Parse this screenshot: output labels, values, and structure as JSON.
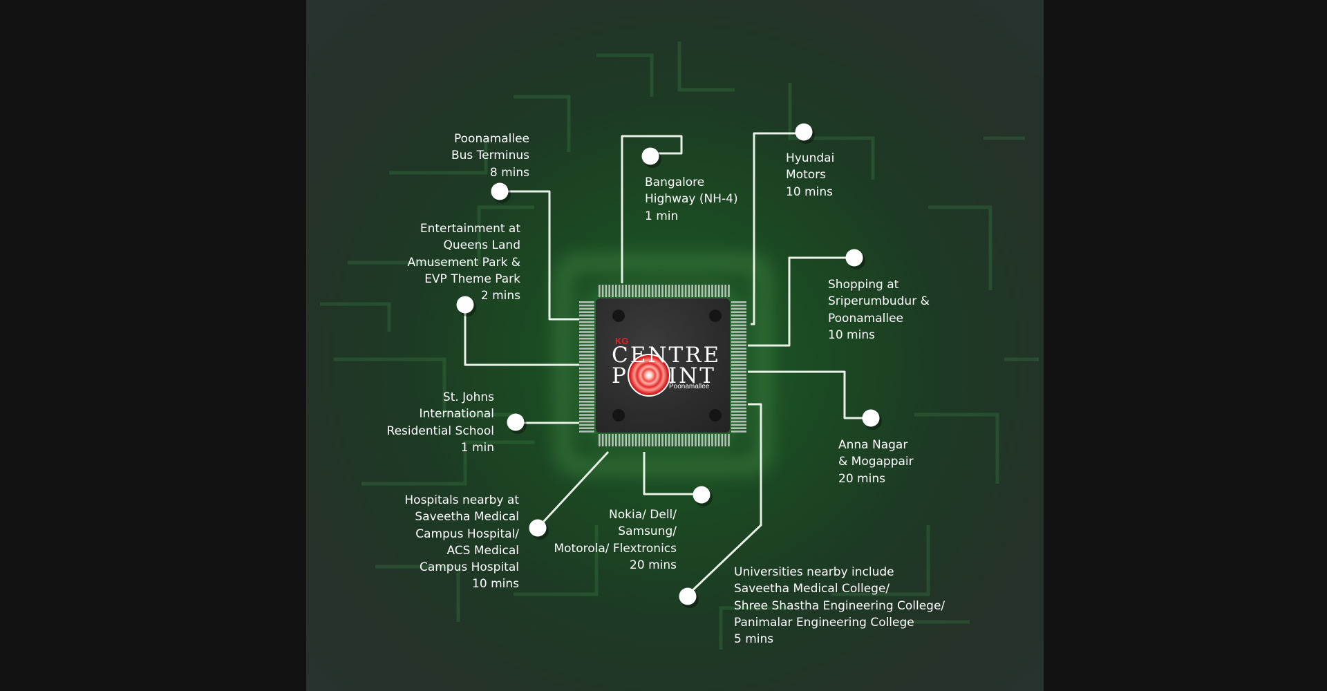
{
  "brand": {
    "prefix": "KG",
    "word1": "CENTRE",
    "word2_before": "P",
    "word2_after": "INT",
    "subtitle": "Poonamallee"
  },
  "colors": {
    "board": "#1f4a26",
    "trace": "#e8f2e6",
    "pad": "#ffffff",
    "chip": "#2c2c2c",
    "brand_red": "#e0242a",
    "text": "#ffffff"
  },
  "locations": [
    {
      "id": "poonamallee-bus-terminus",
      "lines": [
        "Poonamallee",
        "Bus Terminus",
        "8 mins"
      ]
    },
    {
      "id": "bangalore-highway",
      "lines": [
        "Bangalore",
        "Highway (NH-4)",
        "1 min"
      ]
    },
    {
      "id": "hyundai-motors",
      "lines": [
        "Hyundai",
        "Motors",
        "10 mins"
      ]
    },
    {
      "id": "entertainment",
      "lines": [
        "Entertainment at",
        "Queens Land",
        "Amusement Park &",
        "EVP Theme Park",
        "2 mins"
      ]
    },
    {
      "id": "shopping",
      "lines": [
        "Shopping at",
        "Sriperumbudur &",
        "Poonamallee",
        "10 mins"
      ]
    },
    {
      "id": "st-johns",
      "lines": [
        "St. Johns",
        "International",
        "Residential School",
        "1 min"
      ]
    },
    {
      "id": "anna-nagar",
      "lines": [
        "Anna Nagar",
        "& Mogappair",
        "20 mins"
      ]
    },
    {
      "id": "hospitals",
      "lines": [
        "Hospitals nearby at",
        "Saveetha Medical",
        "Campus Hospital/",
        "ACS Medical",
        "Campus Hospital",
        "10 mins"
      ]
    },
    {
      "id": "electronics",
      "lines": [
        "Nokia/ Dell/",
        "Samsung/",
        "Motorola/ Flextronics",
        "20 mins"
      ]
    },
    {
      "id": "universities",
      "lines": [
        "Universities nearby include",
        "Saveetha Medical College/",
        "Shree Shastha Engineering College/",
        "Panimalar Engineering College",
        "5 mins"
      ]
    }
  ]
}
